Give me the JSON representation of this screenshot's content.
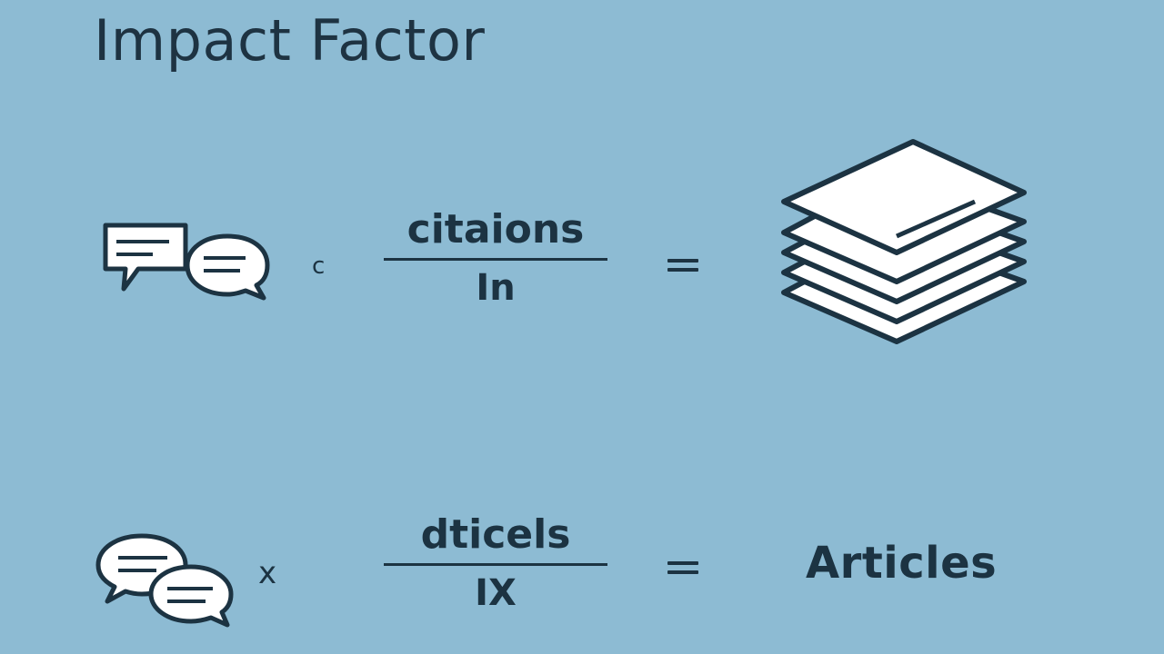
{
  "title": "Impact Factor",
  "row1": {
    "icon": "speech-bubbles-icon",
    "operator": "c",
    "numerator": "citaions",
    "denominator": "In",
    "equals": "=",
    "result_icon": "stacked-papers-icon"
  },
  "row2": {
    "icon": "speech-bubbles-icon",
    "operator": "x",
    "numerator": "dticels",
    "denominator": "IX",
    "equals": "=",
    "result": "Articles"
  },
  "colors": {
    "background": "#8dbbd3",
    "ink": "#1c3342",
    "icon_fill": "#ffffff"
  }
}
